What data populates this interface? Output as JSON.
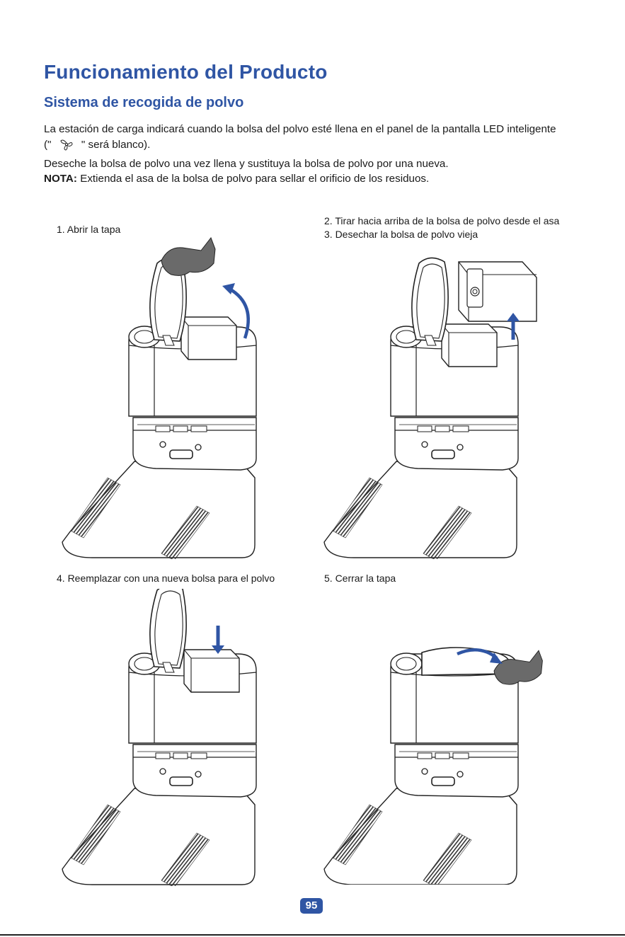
{
  "heading": {
    "title": "Funcionamiento del Producto",
    "subtitle": "Sistema de recogida de polvo"
  },
  "body": {
    "p1_line1": "La estación de carga indicará cuando la bolsa del polvo esté llena en el panel de la pantalla LED inteligente",
    "p1_line2_prefix": "(\"",
    "p1_icon": "fan-icon",
    "p1_line2_suffix": "\" será blanco).",
    "p2": "Deseche la bolsa de polvo una vez llena y sustituya la bolsa de polvo por una nueva.",
    "note_label": "NOTA:",
    "note_text": " Extienda el asa de la bolsa de polvo para sellar el orificio de los residuos."
  },
  "steps": {
    "s1": "1. Abrir la tapa",
    "s2": "2. Tirar hacia arriba de la bolsa de polvo desde el asa",
    "s3": "3. Desechar la bolsa de polvo vieja",
    "s4": "4. Reemplazar con una nueva bolsa para el polvo",
    "s5": "5. Cerrar la tapa"
  },
  "page_number": "95",
  "colors": {
    "accent": "#2f55a4",
    "hand": "#6a6a6a"
  }
}
